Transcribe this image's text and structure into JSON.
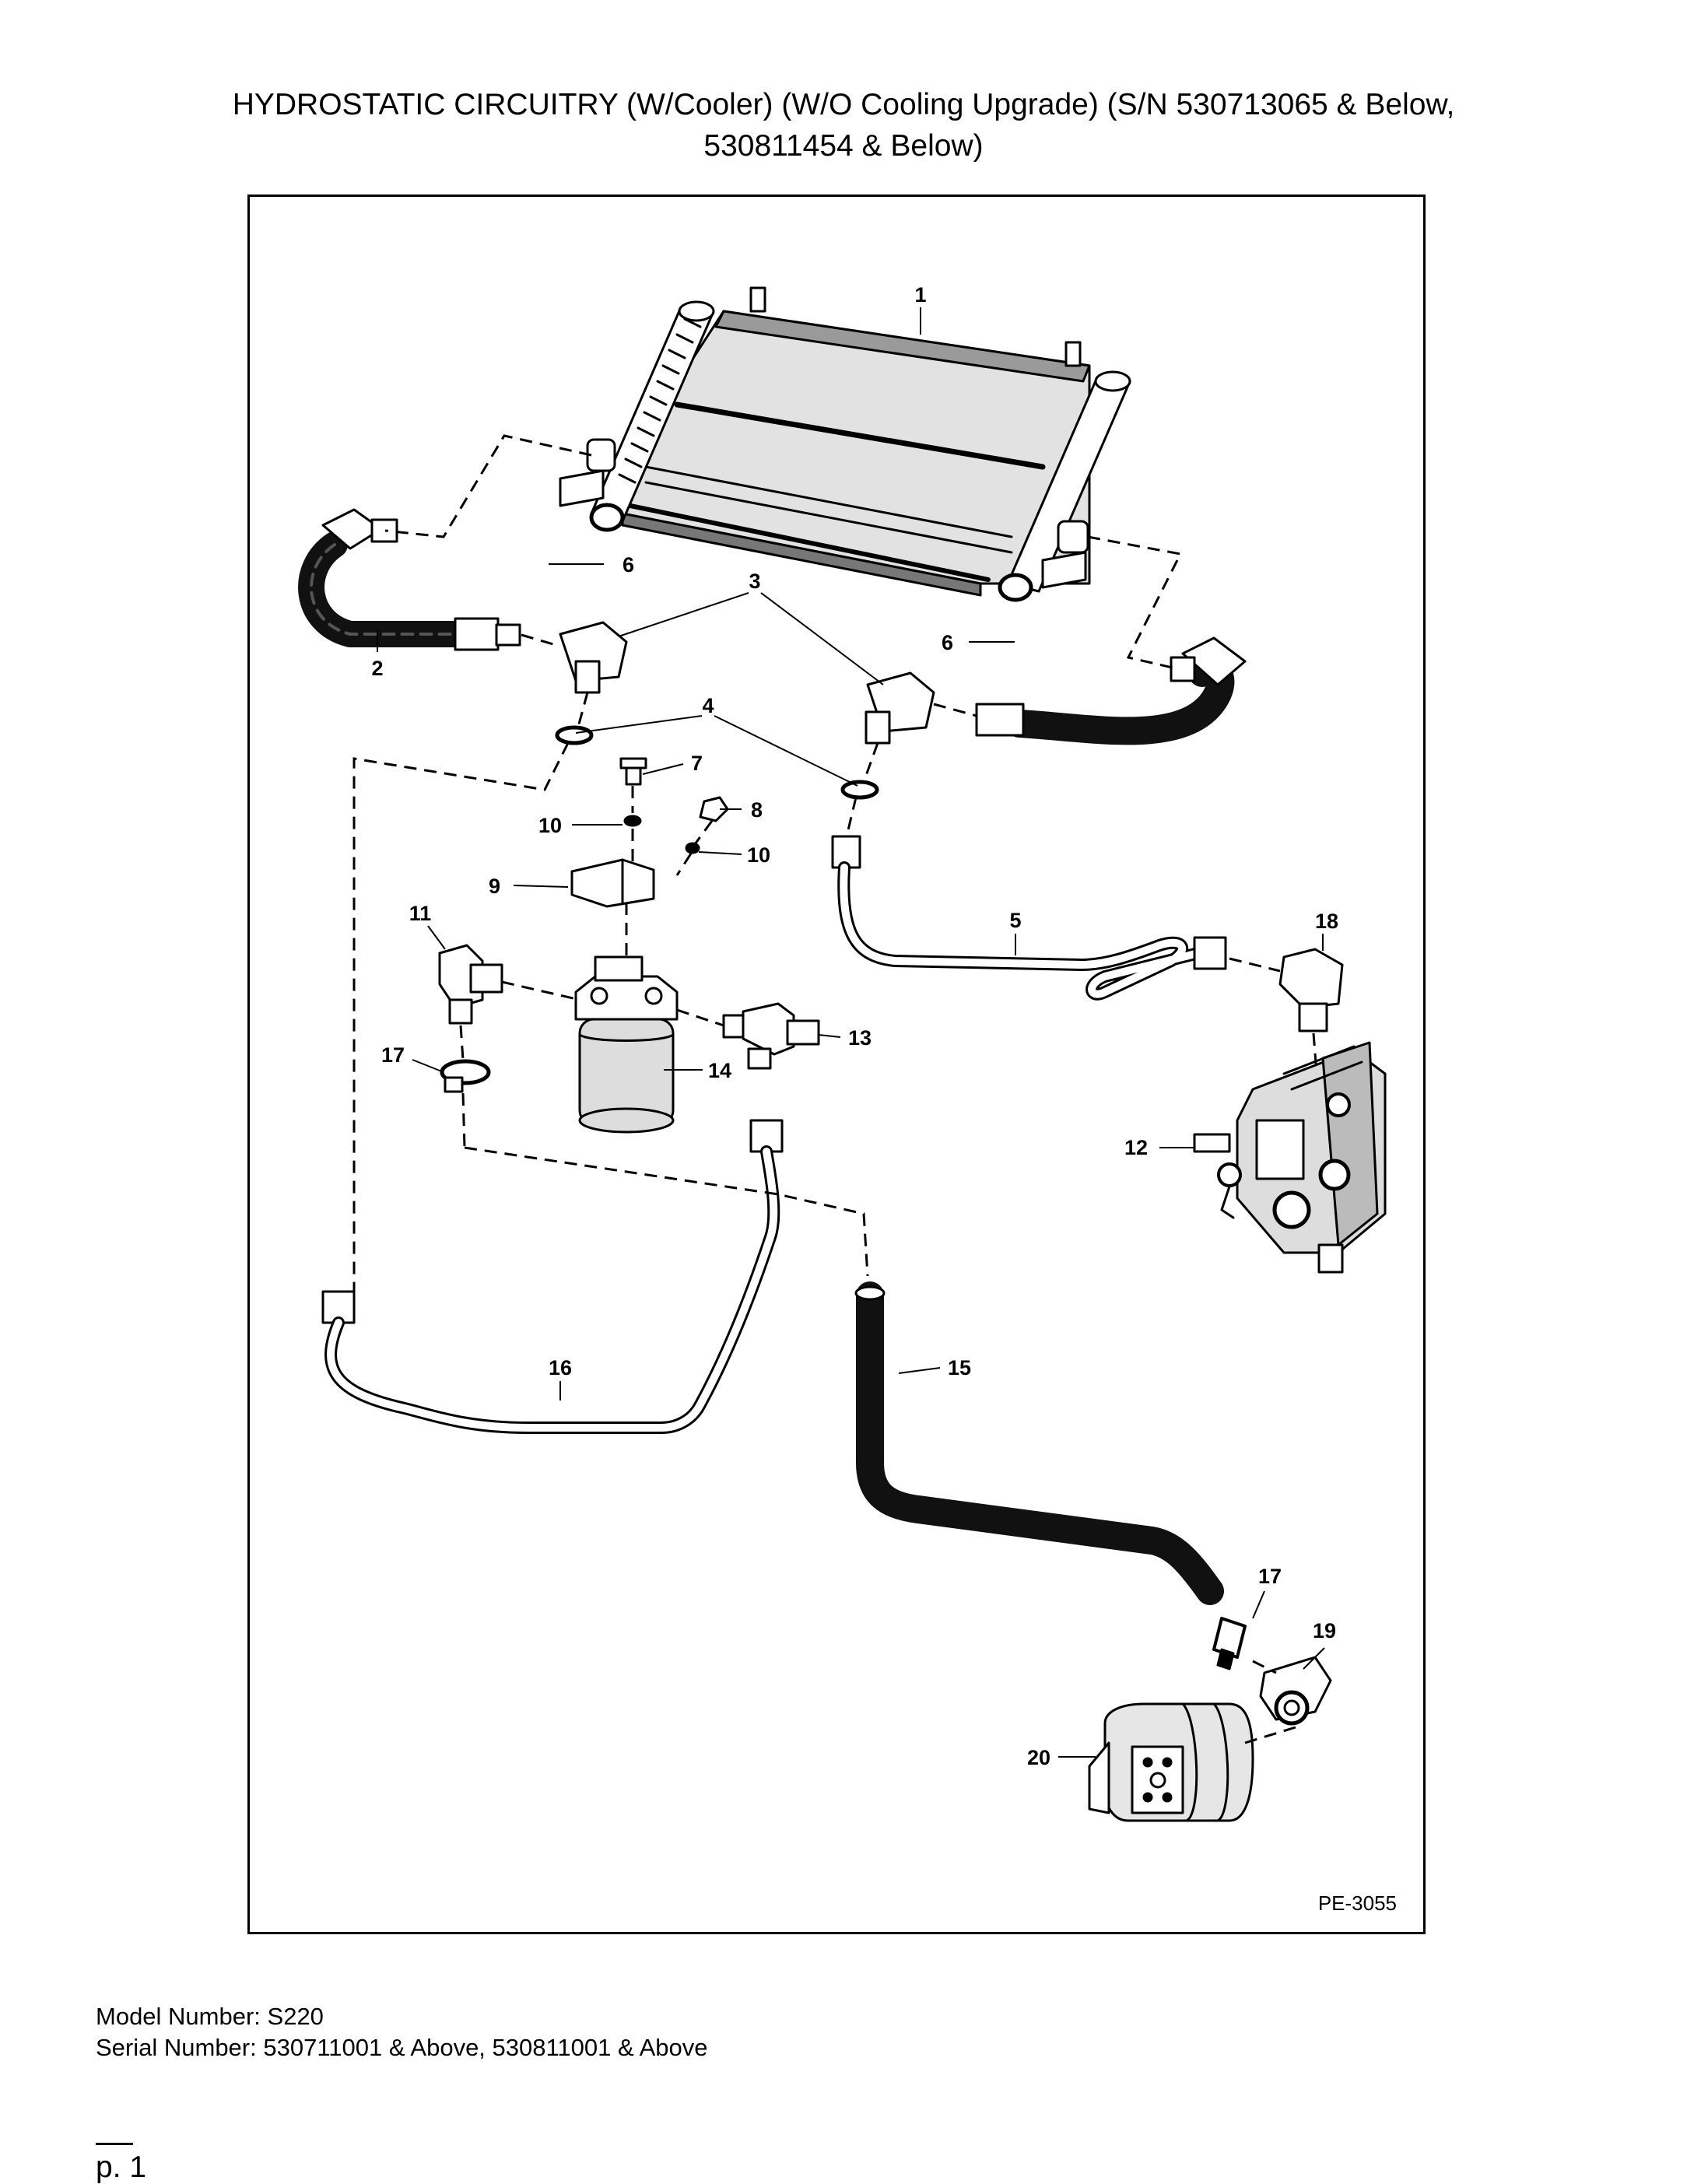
{
  "document": {
    "title_line1": "HYDROSTATIC CIRCUITRY (W/Cooler) (W/O Cooling Upgrade) (S/N 530713065 & Below,",
    "title_line2": "530811454 & Below)",
    "drawing_code": "PE-3055",
    "model_line": "Model Number: S220",
    "serial_line": "Serial Number: 530711001 & Above, 530811001 & Above",
    "page_label": "p. 1"
  },
  "callouts": [
    {
      "id": "c1",
      "label": "1"
    },
    {
      "id": "c2",
      "label": "2"
    },
    {
      "id": "c3",
      "label": "3"
    },
    {
      "id": "c4",
      "label": "4"
    },
    {
      "id": "c5",
      "label": "5"
    },
    {
      "id": "c6a",
      "label": "6"
    },
    {
      "id": "c6b",
      "label": "6"
    },
    {
      "id": "c7",
      "label": "7"
    },
    {
      "id": "c8",
      "label": "8"
    },
    {
      "id": "c9",
      "label": "9"
    },
    {
      "id": "c10a",
      "label": "10"
    },
    {
      "id": "c10b",
      "label": "10"
    },
    {
      "id": "c11",
      "label": "11"
    },
    {
      "id": "c12",
      "label": "12"
    },
    {
      "id": "c13",
      "label": "13"
    },
    {
      "id": "c14",
      "label": "14"
    },
    {
      "id": "c15",
      "label": "15"
    },
    {
      "id": "c16",
      "label": "16"
    },
    {
      "id": "c17a",
      "label": "17"
    },
    {
      "id": "c17b",
      "label": "17"
    },
    {
      "id": "c18",
      "label": "18"
    },
    {
      "id": "c19",
      "label": "19"
    },
    {
      "id": "c20",
      "label": "20"
    }
  ]
}
